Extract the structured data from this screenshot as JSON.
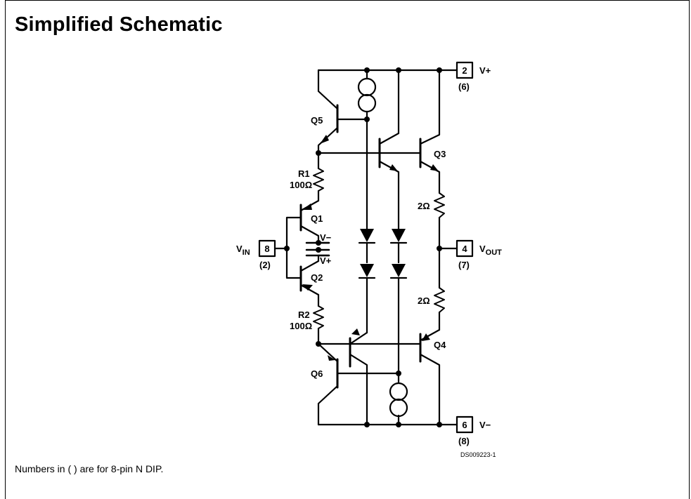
{
  "title": "Simplified Schematic",
  "footnote": "Numbers in ( ) are for 8-pin N DIP.",
  "figure_id": "DS009223-1",
  "components": {
    "q1": "Q1",
    "q2": "Q2",
    "q3": "Q3",
    "q4": "Q4",
    "q5": "Q5",
    "q6": "Q6",
    "r1_name": "R1",
    "r1_value": "100Ω",
    "r2_name": "R2",
    "r2_value": "100Ω",
    "r3_value": "2Ω",
    "r4_value": "2Ω",
    "supply_neg": "V−",
    "supply_pos": "V+"
  },
  "pins": {
    "vplus": {
      "number": "2",
      "label": "V+",
      "alt": "(6)"
    },
    "vout": {
      "number": "4",
      "label_main": "V",
      "label_sub": "OUT",
      "alt": "(7)"
    },
    "vminus": {
      "number": "6",
      "label": "V−",
      "alt": "(8)"
    },
    "vin": {
      "number": "8",
      "label_main": "V",
      "label_sub": "IN",
      "alt": "(2)"
    }
  }
}
